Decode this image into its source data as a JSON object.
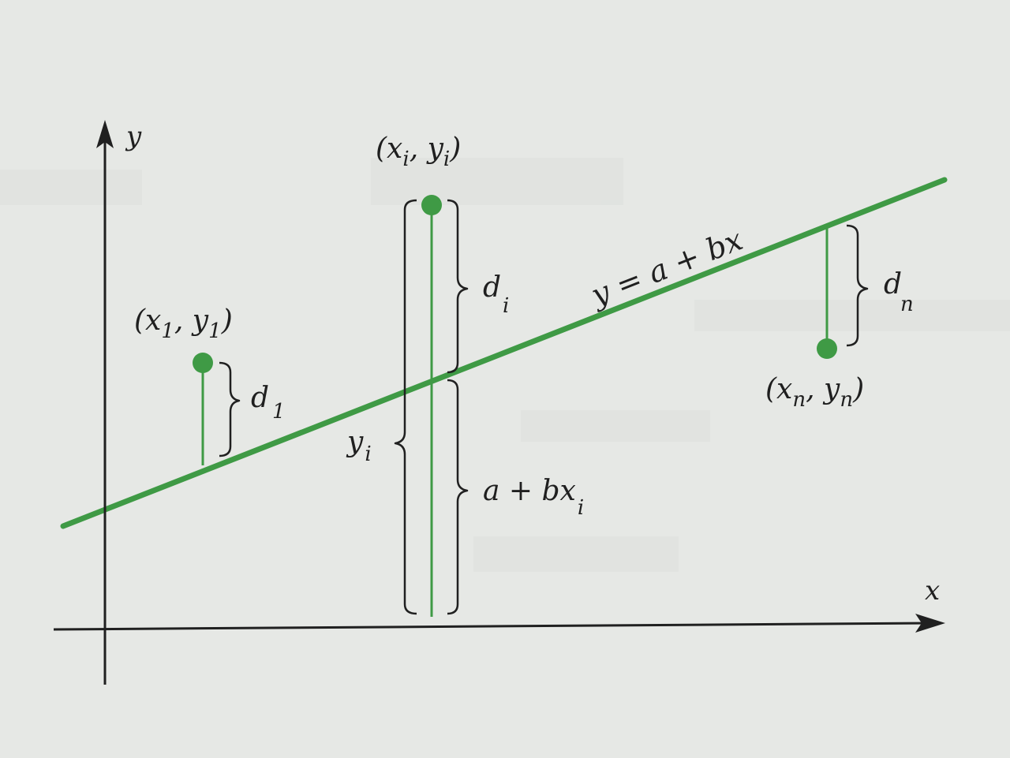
{
  "diagram": {
    "axis_y_label": "y",
    "axis_x_label": "x",
    "line_equation": "y = a + bx",
    "point_1": {
      "x": "x",
      "x_sub": "1",
      "y": "y",
      "y_sub": "1"
    },
    "point_i": {
      "x": "x",
      "x_sub": "i",
      "y": "y",
      "y_sub": "i"
    },
    "point_n": {
      "x": "x",
      "x_sub": "n",
      "y": "y",
      "y_sub": "n"
    },
    "d_1": {
      "base": "d",
      "sub": "1"
    },
    "d_i": {
      "base": "d",
      "sub": "i"
    },
    "d_n": {
      "base": "d",
      "sub": "n"
    },
    "y_i": {
      "base": "y",
      "sub": "i"
    },
    "fitted_value": {
      "base": "a + bx",
      "sub": "i"
    }
  },
  "colors": {
    "line": "#3f9a45",
    "ink": "#1f1f1f",
    "paper": "#e6e8e5"
  },
  "icons": {
    "y_axis_arrow": "arrow-up-icon",
    "x_axis_arrow": "arrow-right-icon"
  }
}
